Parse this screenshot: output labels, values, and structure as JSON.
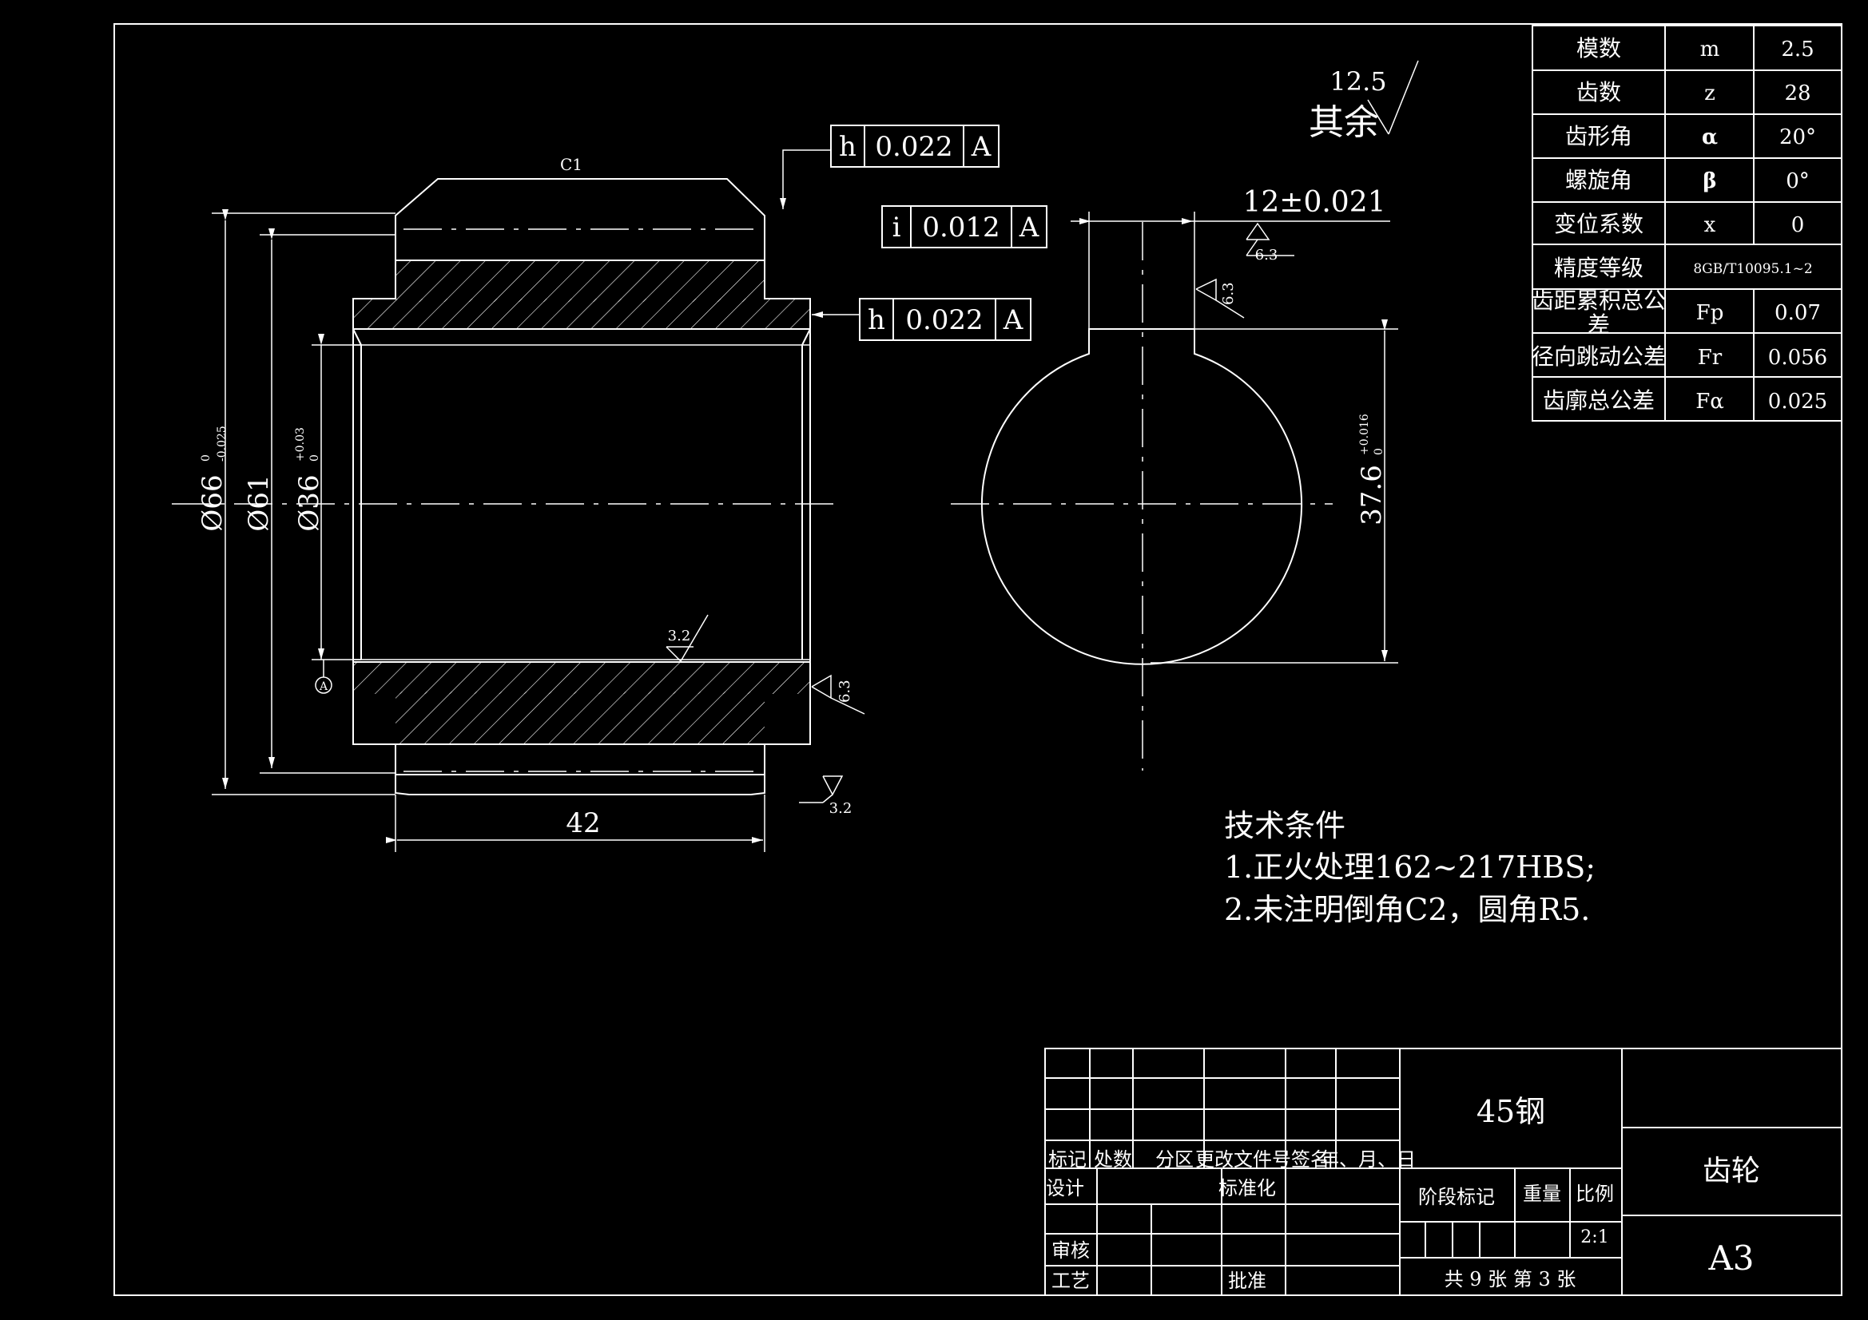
{
  "colors": {
    "background": "#000000",
    "line": "#ffffff"
  },
  "dimensions": {
    "chamfer": "C1",
    "od_main": "Ø66",
    "od_tol_upper": "0",
    "od_tol_lower": "-0.025",
    "od_inner": "Ø61",
    "bore_main": "Ø36",
    "bore_tol_upper": "+0.03",
    "bore_tol_lower": "0",
    "width": "42",
    "keyway_width": "12±0.021",
    "keyway_depth": "37.6",
    "keyway_depth_tol_upper": "+0.016",
    "keyway_depth_tol_lower": "0",
    "datum_label": "A"
  },
  "tolerance_frames": [
    {
      "symbol": "h",
      "value": "0.022",
      "datum": "A"
    },
    {
      "symbol": "i",
      "value": "0.012",
      "datum": "A"
    },
    {
      "symbol": "h",
      "value": "0.022",
      "datum": "A"
    }
  ],
  "roughness": {
    "general_value": "12.5",
    "general_label": "其余",
    "bore": "3.2",
    "face": "6.3",
    "tooth": "3.2",
    "key_side_1": "6.3",
    "key_side_2": "6.3"
  },
  "param_table": [
    {
      "name": "模数",
      "symbol": "m",
      "value": "2.5"
    },
    {
      "name": "齿数",
      "symbol": "z",
      "value": "28"
    },
    {
      "name": "齿形角",
      "symbol": "α",
      "value": "20°"
    },
    {
      "name": "螺旋角",
      "symbol": "β",
      "value": "0°"
    },
    {
      "name": "变位系数",
      "symbol": "x",
      "value": "0"
    },
    {
      "name": "精度等级",
      "symbol": "8GB/T10095.1~2",
      "value": ""
    },
    {
      "name_line1": "齿距累积总公",
      "name_line2": "差",
      "symbol": "Fp",
      "value": "0.07"
    },
    {
      "name": "径向跳动公差",
      "symbol": "Fr",
      "value": "0.056"
    },
    {
      "name": "齿廓总公差",
      "symbol": "Fα",
      "value": "0.025"
    }
  ],
  "tech_notes": {
    "title": "技术条件",
    "line1": "1.正火处理162~217HBS;",
    "line2": "2.未注明倒角C2，圆角R5."
  },
  "title_block": {
    "material": "45钢",
    "part_name": "齿轮",
    "sheet_size": "A3",
    "headers": [
      "标记",
      "处数",
      "分区",
      "更改文件号",
      "签名",
      "年、月、日"
    ],
    "design": "设计",
    "standardize": "标准化",
    "review": "审核",
    "process": "工艺",
    "approve": "批准",
    "stage_mark": "阶段标记",
    "weight": "重量",
    "scale_label": "比例",
    "scale_value": "2:1",
    "sheets": "共 9 张  第 3 张"
  }
}
